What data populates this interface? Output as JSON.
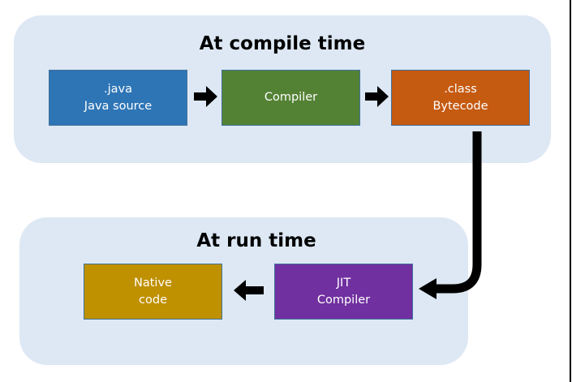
{
  "colors": {
    "panel_bg": "#dde8f4",
    "java_box": "#2e75b6",
    "compiler_box": "#548235",
    "class_box": "#c55a11",
    "jit_box": "#7030a0",
    "native_box": "#bf9000",
    "arrow": "#000000"
  },
  "compile_stage": {
    "title": "At compile time",
    "java_box": {
      "line1": ".java",
      "line2": "Java source"
    },
    "compiler_box": {
      "label": "Compiler"
    },
    "class_box": {
      "line1": ".class",
      "line2": "Bytecode"
    }
  },
  "run_stage": {
    "title": "At run time",
    "jit_box": {
      "line1": "JIT",
      "line2": "Compiler"
    },
    "native_box": {
      "line1": "Native",
      "line2": "code"
    }
  }
}
